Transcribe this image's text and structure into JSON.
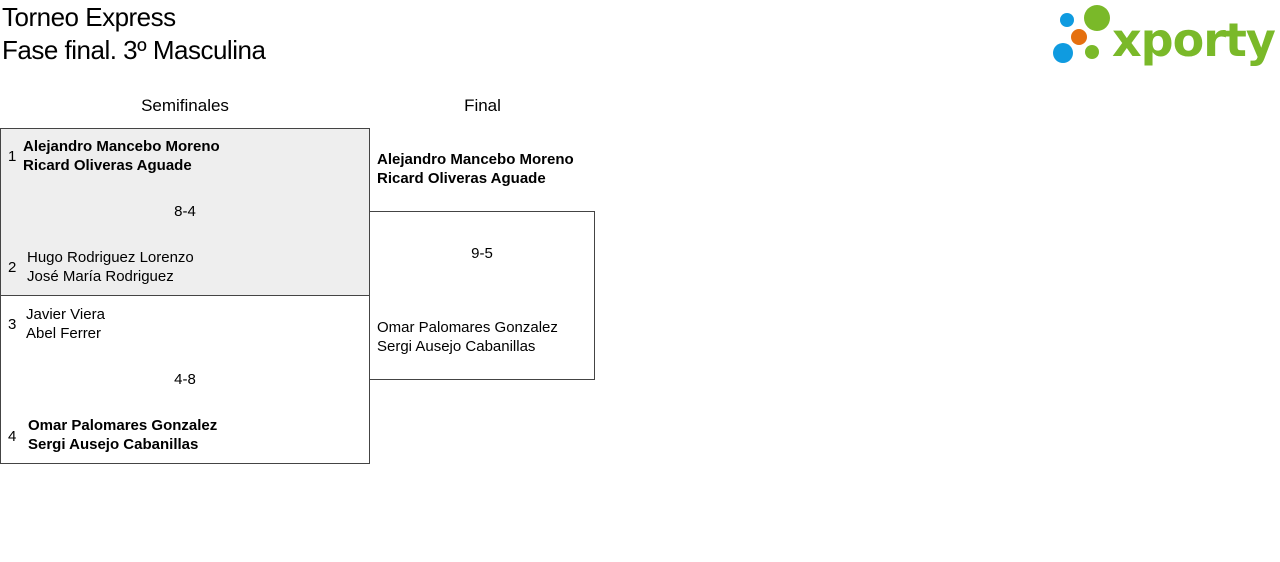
{
  "header": {
    "title_line1": "Torneo Express",
    "title_line2": "Fase final. 3º Masculina",
    "logo_text": "xporty"
  },
  "colors": {
    "logo_green": "#7ab929",
    "logo_blue": "#0f9be0",
    "logo_orange": "#e5700f",
    "winner_bg": "#eeeeee"
  },
  "rounds": [
    {
      "label": "Semifinales",
      "matches": [
        {
          "score": "8-4",
          "teams": [
            {
              "seed": "1",
              "players": [
                "Alejandro Mancebo Moreno",
                "Ricard Oliveras Aguade"
              ]
            },
            {
              "seed": "2",
              "players": [
                "Hugo Rodriguez Lorenzo",
                "José María Rodriguez"
              ]
            }
          ]
        },
        {
          "score": "4-8",
          "teams": [
            {
              "seed": "3",
              "players": [
                "Javier Viera",
                "Abel Ferrer"
              ]
            },
            {
              "seed": "4",
              "players": [
                "Omar Palomares Gonzalez",
                "Sergi Ausejo Cabanillas"
              ]
            }
          ]
        }
      ]
    },
    {
      "label": "Final",
      "matches": [
        {
          "score": "9-5",
          "teams": [
            {
              "players": [
                "Alejandro Mancebo Moreno",
                "Ricard Oliveras Aguade"
              ]
            },
            {
              "players": [
                "Omar Palomares Gonzalez",
                "Sergi Ausejo Cabanillas"
              ]
            }
          ]
        }
      ]
    }
  ]
}
